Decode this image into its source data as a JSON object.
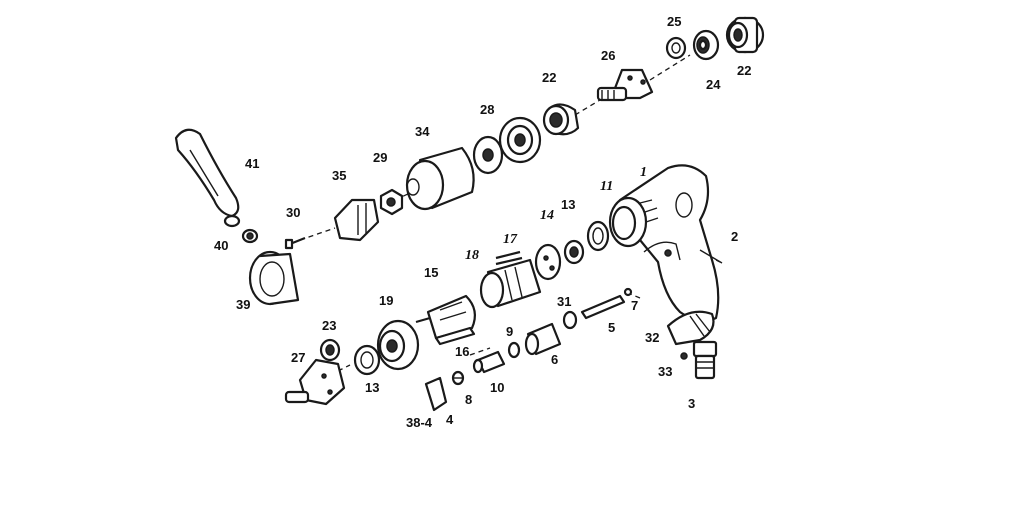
{
  "callouts": [
    "25",
    "22",
    "26",
    "24",
    "22",
    "28",
    "34",
    "29",
    "41",
    "35",
    "30",
    "40",
    "39",
    "1",
    "11",
    "2",
    "13",
    "14",
    "17",
    "18",
    "15",
    "19",
    "23",
    "27",
    "13",
    "31",
    "9",
    "16",
    "7",
    "5",
    "32",
    "6",
    "10",
    "8",
    "33",
    "3",
    "38-4",
    "4"
  ]
}
